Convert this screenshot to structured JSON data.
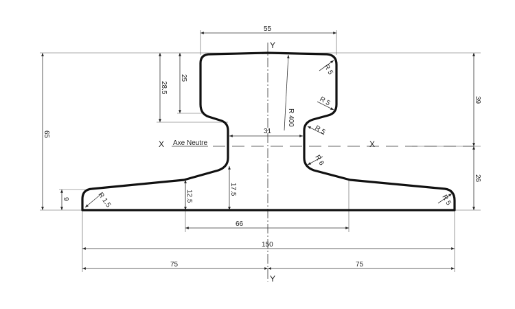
{
  "title": "Rail profile cross-section",
  "axes": {
    "y_top": "Y",
    "y_bottom": "Y",
    "x_left": "X",
    "x_right": "X",
    "neutral_axis": "Axe Neutre"
  },
  "dimensions": {
    "head_width": "55",
    "total_height": "65",
    "head_depth_outer": "28.5",
    "head_depth_inner": "25",
    "web_width": "31",
    "head_crown_radius": "R 400",
    "upper_to_axis": "39",
    "lower_to_axis": "26",
    "foot_edge": "9",
    "foot_mid": "12.5",
    "web_base": "17.5",
    "foot_flat": "66",
    "foot_width": "150",
    "half_left": "75",
    "half_right": "75"
  },
  "radii": {
    "head_top": "R 5",
    "head_under": "R 5",
    "web_top": "R 5",
    "web_bottom": "R 6",
    "foot_left": "R 1.5",
    "foot_right": "R 5"
  },
  "colors": {
    "line": "#111111"
  }
}
